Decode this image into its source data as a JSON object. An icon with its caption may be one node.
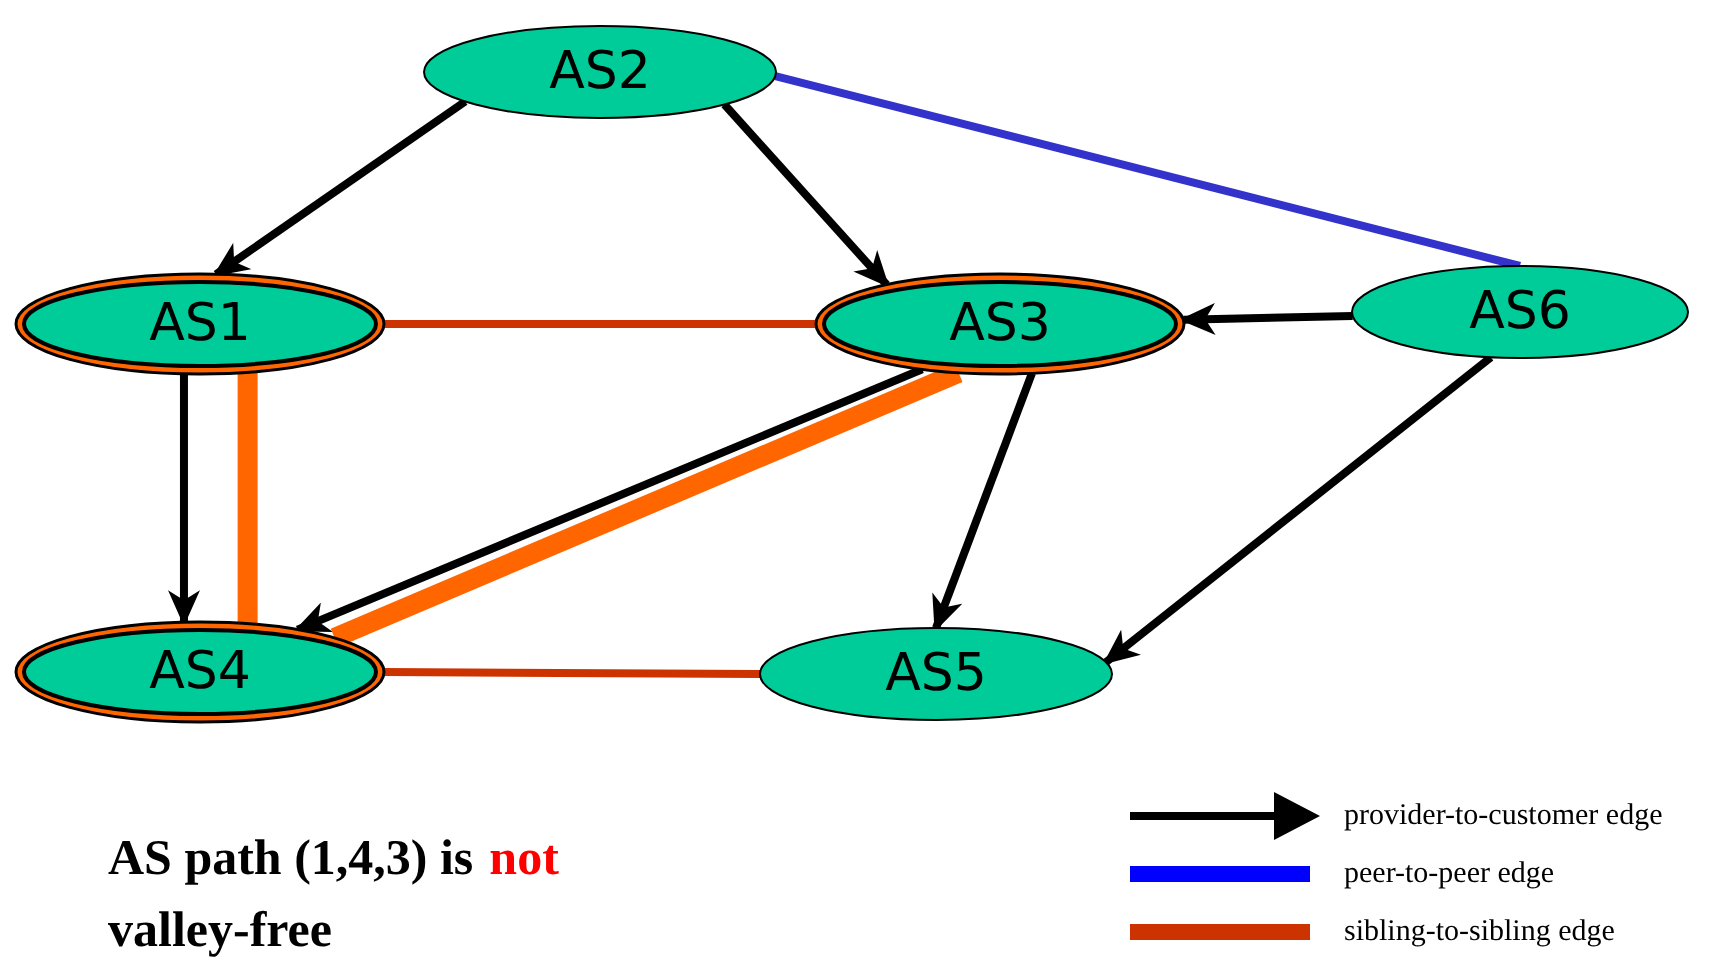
{
  "diagram": {
    "nodes": [
      {
        "text": [
          "AS2"
        ]
      },
      {
        "text": [
          "AS1"
        ]
      },
      {
        "text": [
          "AS3"
        ]
      },
      {
        "text": [
          "AS6"
        ]
      },
      {
        "text": [
          "AS4"
        ]
      },
      {
        "text": [
          "AS5"
        ]
      }
    ],
    "edges": [
      {
        "from": 0,
        "to": 1,
        "arrow": "to"
      },
      {
        "from": 0,
        "to": 2,
        "arrow": "to"
      },
      {
        "from": 0,
        "to": 3,
        "arrow": "none",
        "color": "#3333cc"
      },
      {
        "from": 1,
        "to": 2,
        "arrow": "none",
        "color": "#cc3300"
      },
      {
        "from": 3,
        "to": 2,
        "arrow": "to"
      },
      {
        "from": 1,
        "to": 4,
        "arrow": "to"
      },
      {
        "from": 1,
        "to": 4,
        "arrow": "none",
        "style": "thick",
        "color": "#ff6600"
      },
      {
        "from": 2,
        "to": 4,
        "arrow": "to"
      },
      {
        "from": 2,
        "to": 4,
        "arrow": "none",
        "style": "thick",
        "color": "#ff6600"
      },
      {
        "from": 2,
        "to": 5,
        "arrow": "to"
      },
      {
        "from": 3,
        "to": 5,
        "arrow": "to"
      },
      {
        "from": 4,
        "to": 5,
        "arrow": "none",
        "color": "#cc3300"
      }
    ],
    "labels": [
      "AS path (1,4,3) is",
      "not",
      "valley-free"
    ],
    "legend": [
      {
        "text": "provider-to-customer edge",
        "color": "#000000"
      },
      {
        "text": "peer-to-peer edge",
        "color": "#0000ff"
      },
      {
        "text": "sibling-to-sibling edge",
        "color": "#cc3300"
      }
    ]
  }
}
